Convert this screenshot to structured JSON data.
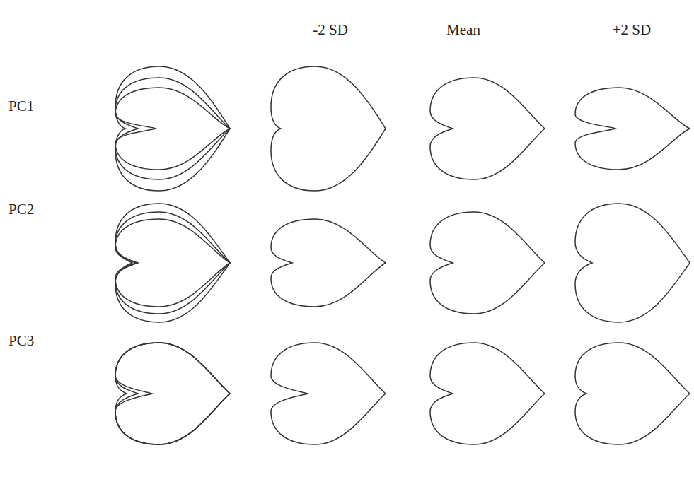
{
  "diagram": {
    "labels": [
      "-2 SD",
      "Mean",
      "+2 SD",
      "PC1",
      "PC2",
      "PC3"
    ]
  }
}
